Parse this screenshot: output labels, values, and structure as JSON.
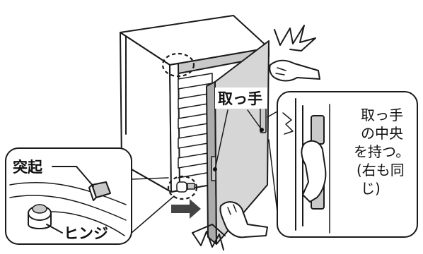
{
  "labels": {
    "handle_top": "取っ手",
    "callout_right": [
      "取っ手",
      "の中央",
      "を持つ。",
      "(右も同",
      "じ)"
    ],
    "protrusion": "突起",
    "hinge": "ヒンジ"
  },
  "icons": {
    "push_arrow": "arrow-right-icon",
    "impact_top": "impact-burst-icon",
    "impact_bottom": "impact-burst-icon"
  }
}
